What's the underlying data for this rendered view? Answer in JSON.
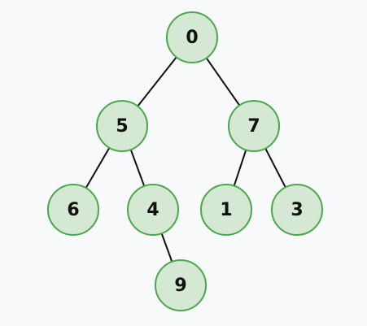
{
  "tree": {
    "nodes": [
      {
        "id": "n0",
        "label": "0"
      },
      {
        "id": "n5",
        "label": "5"
      },
      {
        "id": "n7",
        "label": "7"
      },
      {
        "id": "n6",
        "label": "6"
      },
      {
        "id": "n4",
        "label": "4"
      },
      {
        "id": "n1",
        "label": "1"
      },
      {
        "id": "n3",
        "label": "3"
      },
      {
        "id": "n9",
        "label": "9"
      }
    ],
    "edges": [
      {
        "from": "n0",
        "to": "n5"
      },
      {
        "from": "n0",
        "to": "n7"
      },
      {
        "from": "n5",
        "to": "n6"
      },
      {
        "from": "n5",
        "to": "n4"
      },
      {
        "from": "n7",
        "to": "n1"
      },
      {
        "from": "n7",
        "to": "n3"
      },
      {
        "from": "n4",
        "to": "n9"
      }
    ]
  },
  "colors": {
    "background": "#f8f9fa",
    "node_fill": "#d5e8d4",
    "node_stroke": "#4aa84a",
    "edge": "#111111",
    "text": "#111111"
  }
}
